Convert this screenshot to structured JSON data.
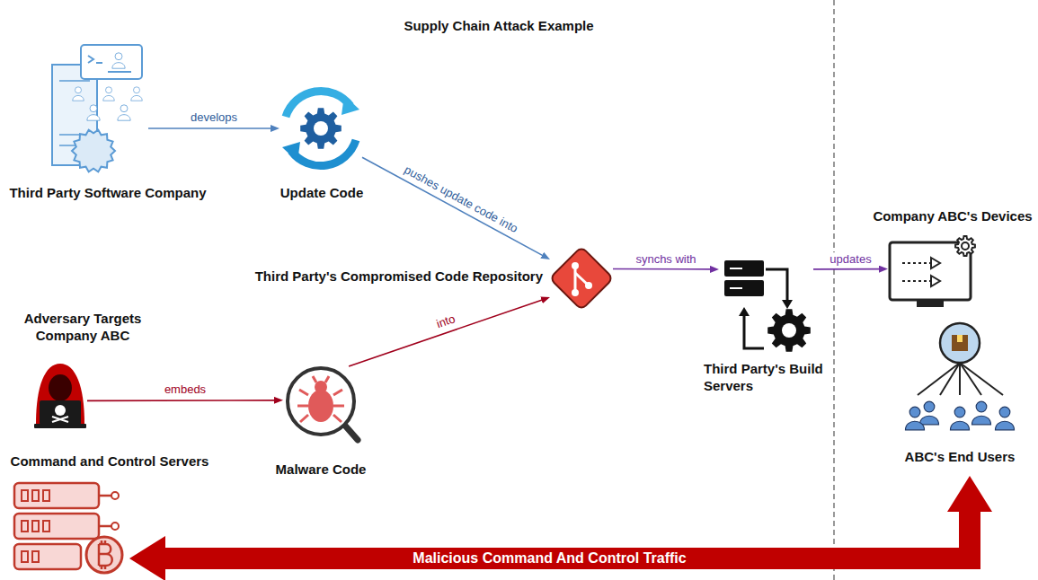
{
  "diagram": {
    "title": "Supply Chain Attack Example",
    "nodes": [
      {
        "text": [
          "Third Party Software Company"
        ]
      },
      {
        "text": [
          "Update Code"
        ]
      },
      {
        "text": [
          "Company ABC's Devices"
        ]
      },
      {
        "text": [
          "Third Party's Compromised Code Repository"
        ]
      },
      {
        "text": [
          "Adversary Targets Company ABC"
        ]
      },
      {
        "text": [
          "Third Party's Build Servers"
        ]
      },
      {
        "text": [
          "Malware Code"
        ]
      },
      {
        "text": [
          "ABC's End Users"
        ]
      },
      {
        "text": [
          "Command and Control Servers"
        ]
      }
    ],
    "edges": [
      {
        "from": 0,
        "to": 1,
        "label": "develops",
        "arrow": "to"
      },
      {
        "from": 1,
        "to": 3,
        "label": "pushes update code into",
        "arrow": "to"
      },
      {
        "from": 4,
        "to": 6,
        "label": "embeds",
        "arrow": "to"
      },
      {
        "from": 6,
        "to": 3,
        "label": "into",
        "arrow": "to"
      },
      {
        "from": 3,
        "to": 5,
        "label": "synchs with",
        "arrow": "to"
      },
      {
        "from": 5,
        "to": 2,
        "label": "updates",
        "arrow": "to"
      },
      {
        "from": 7,
        "to": 8,
        "label": "Malicious Command And Control Traffic",
        "arrow": "both"
      }
    ]
  }
}
